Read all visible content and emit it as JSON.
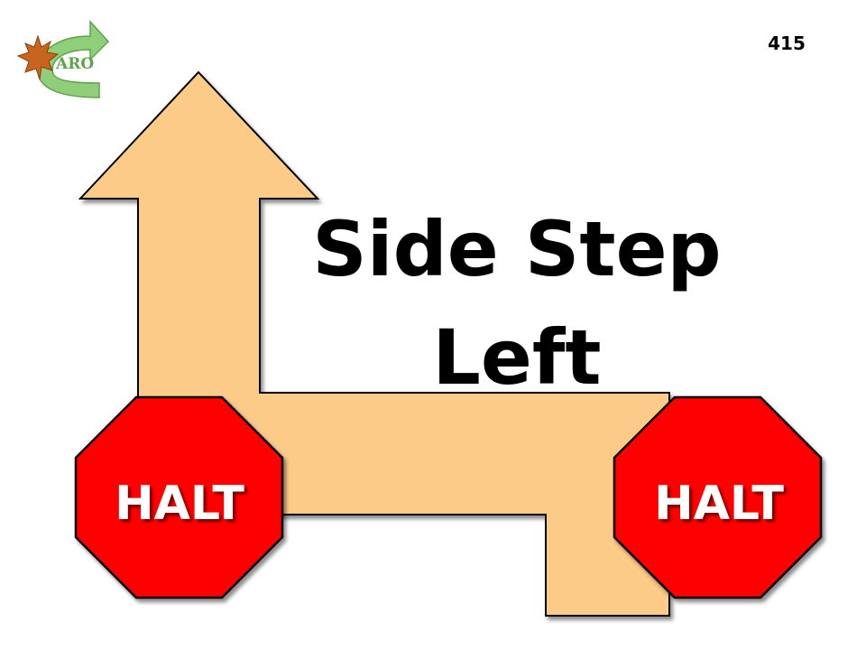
{
  "sign": {
    "number": "415",
    "title_line1": "Side Step",
    "title_line2": "Left"
  },
  "logo": {
    "text": "ARO"
  },
  "halt_signs": [
    {
      "label": "HALT"
    },
    {
      "label": "HALT"
    }
  ],
  "colors": {
    "arrow_fill": "#FDCB88",
    "arrow_stroke": "#000000",
    "stop_red": "#FF0000",
    "logo_green": "#8FCF7A",
    "leaf_orange": "#C9641E"
  }
}
